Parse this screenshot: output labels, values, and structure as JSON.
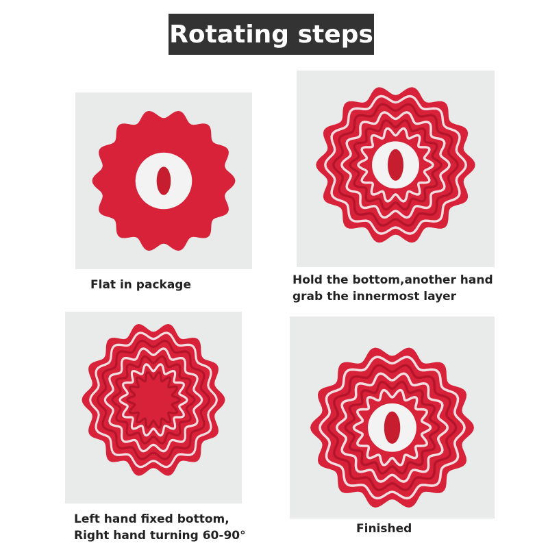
{
  "title": "Rotating steps",
  "steps": [
    {
      "caption_lines": [
        "Flat in package"
      ]
    },
    {
      "caption_lines": [
        "Hold the bottom,another hand",
        "grab the innermost layer"
      ]
    },
    {
      "caption_lines": [
        "Left hand fixed bottom,",
        "Right hand turning 60-90°"
      ]
    },
    {
      "caption_lines": [
        "Finished"
      ]
    }
  ],
  "colors": {
    "title_bg": "#333333",
    "spinner_red": "#d8223a",
    "photo_bg": "#e9ebea"
  }
}
